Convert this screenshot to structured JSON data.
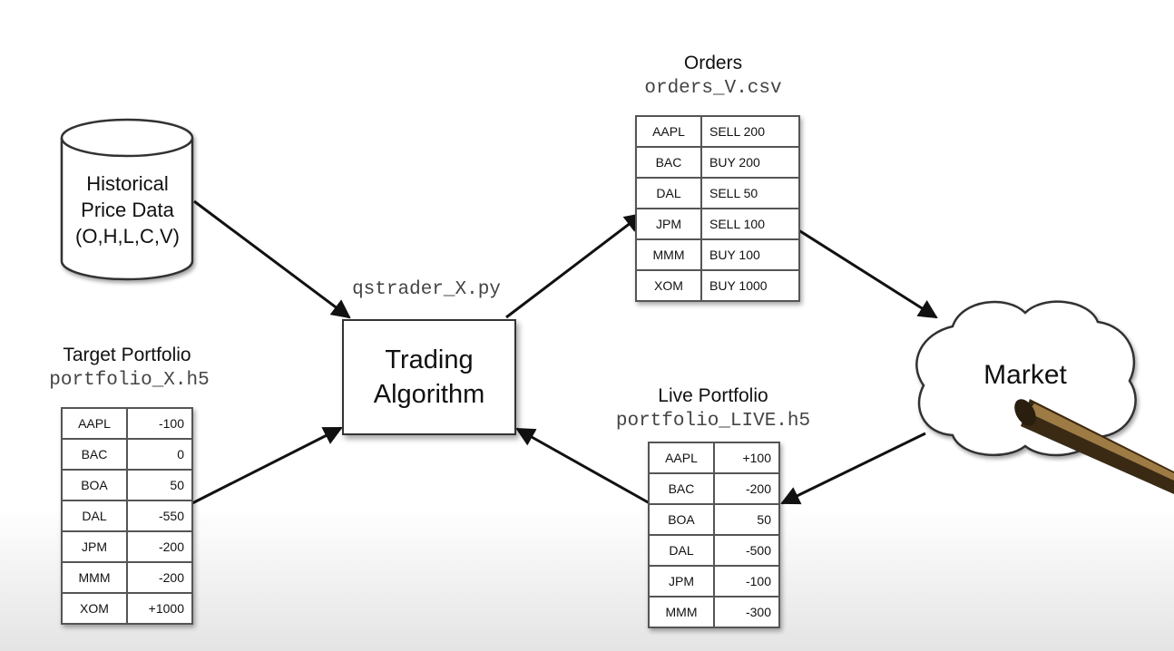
{
  "database": {
    "label": "Historical\nPrice Data\n(O,H,L,C,V)"
  },
  "algorithm": {
    "filename": "qstrader_X.py",
    "label": "Trading\nAlgorithm"
  },
  "orders": {
    "title": "Orders",
    "filename": "orders_V.csv",
    "rows": [
      [
        "AAPL",
        "SELL 200"
      ],
      [
        "BAC",
        "BUY 200"
      ],
      [
        "DAL",
        "SELL 50"
      ],
      [
        "JPM",
        "SELL 100"
      ],
      [
        "MMM",
        "BUY 100"
      ],
      [
        "XOM",
        "BUY 1000"
      ]
    ]
  },
  "target_portfolio": {
    "title": "Target Portfolio",
    "filename": "portfolio_X.h5",
    "rows": [
      [
        "AAPL",
        "-100"
      ],
      [
        "BAC",
        "0"
      ],
      [
        "BOA",
        "50"
      ],
      [
        "DAL",
        "-550"
      ],
      [
        "JPM",
        "-200"
      ],
      [
        "MMM",
        "-200"
      ],
      [
        "XOM",
        "+1000"
      ]
    ]
  },
  "live_portfolio": {
    "title": "Live Portfolio",
    "filename": "portfolio_LIVE.h5",
    "rows": [
      [
        "AAPL",
        "+100"
      ],
      [
        "BAC",
        "-200"
      ],
      [
        "BOA",
        "50"
      ],
      [
        "DAL",
        "-500"
      ],
      [
        "JPM",
        "-100"
      ],
      [
        "MMM",
        "-300"
      ]
    ]
  },
  "market": {
    "label": "Market"
  }
}
